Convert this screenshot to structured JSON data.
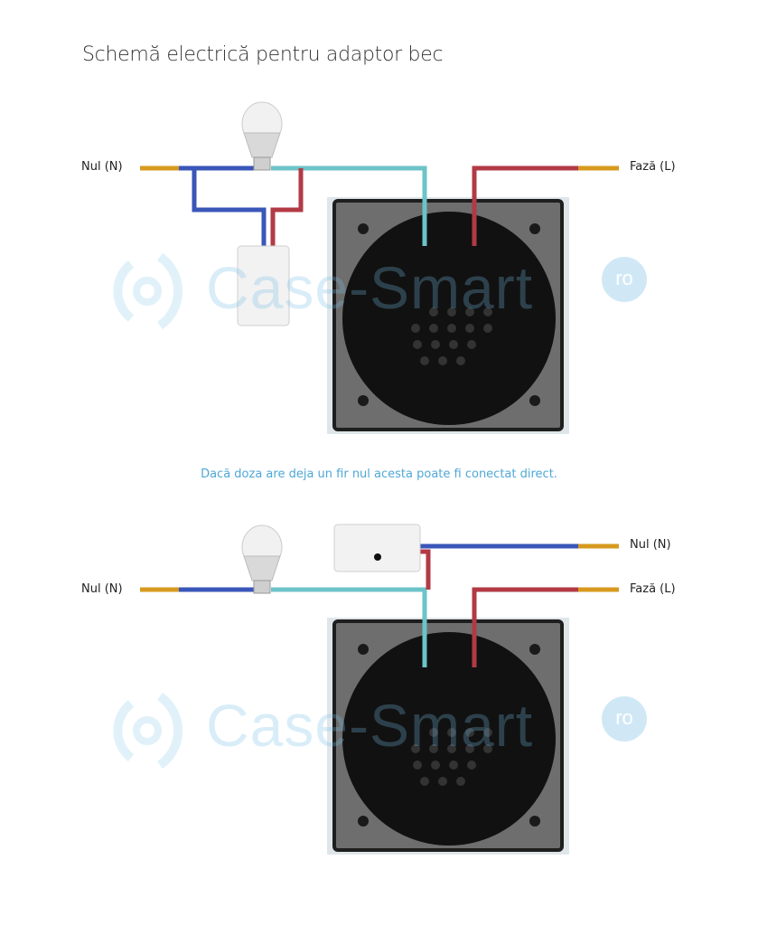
{
  "title": "Schemă electrică pentru adaptor bec",
  "caption": "Dacă doza are deja un fir nul acesta poate fi conectat direct.",
  "diagram1": {
    "neutral_label": "Nul (N)",
    "phase_label": "Fază (L)"
  },
  "diagram2": {
    "neutral_left_label": "Nul (N)",
    "neutral_right_label": "Nul (N)",
    "phase_label": "Fază (L)"
  },
  "watermark": {
    "text": "Case-Smart",
    "badge": "ro"
  },
  "colors": {
    "neutral_wire": "#3a56b8",
    "phase_wire": "#b23a45",
    "load_wire": "#6cc3c8",
    "copper": "#d79a1e",
    "watermark": "#9fd2ee",
    "caption": "#4fa7d6"
  }
}
